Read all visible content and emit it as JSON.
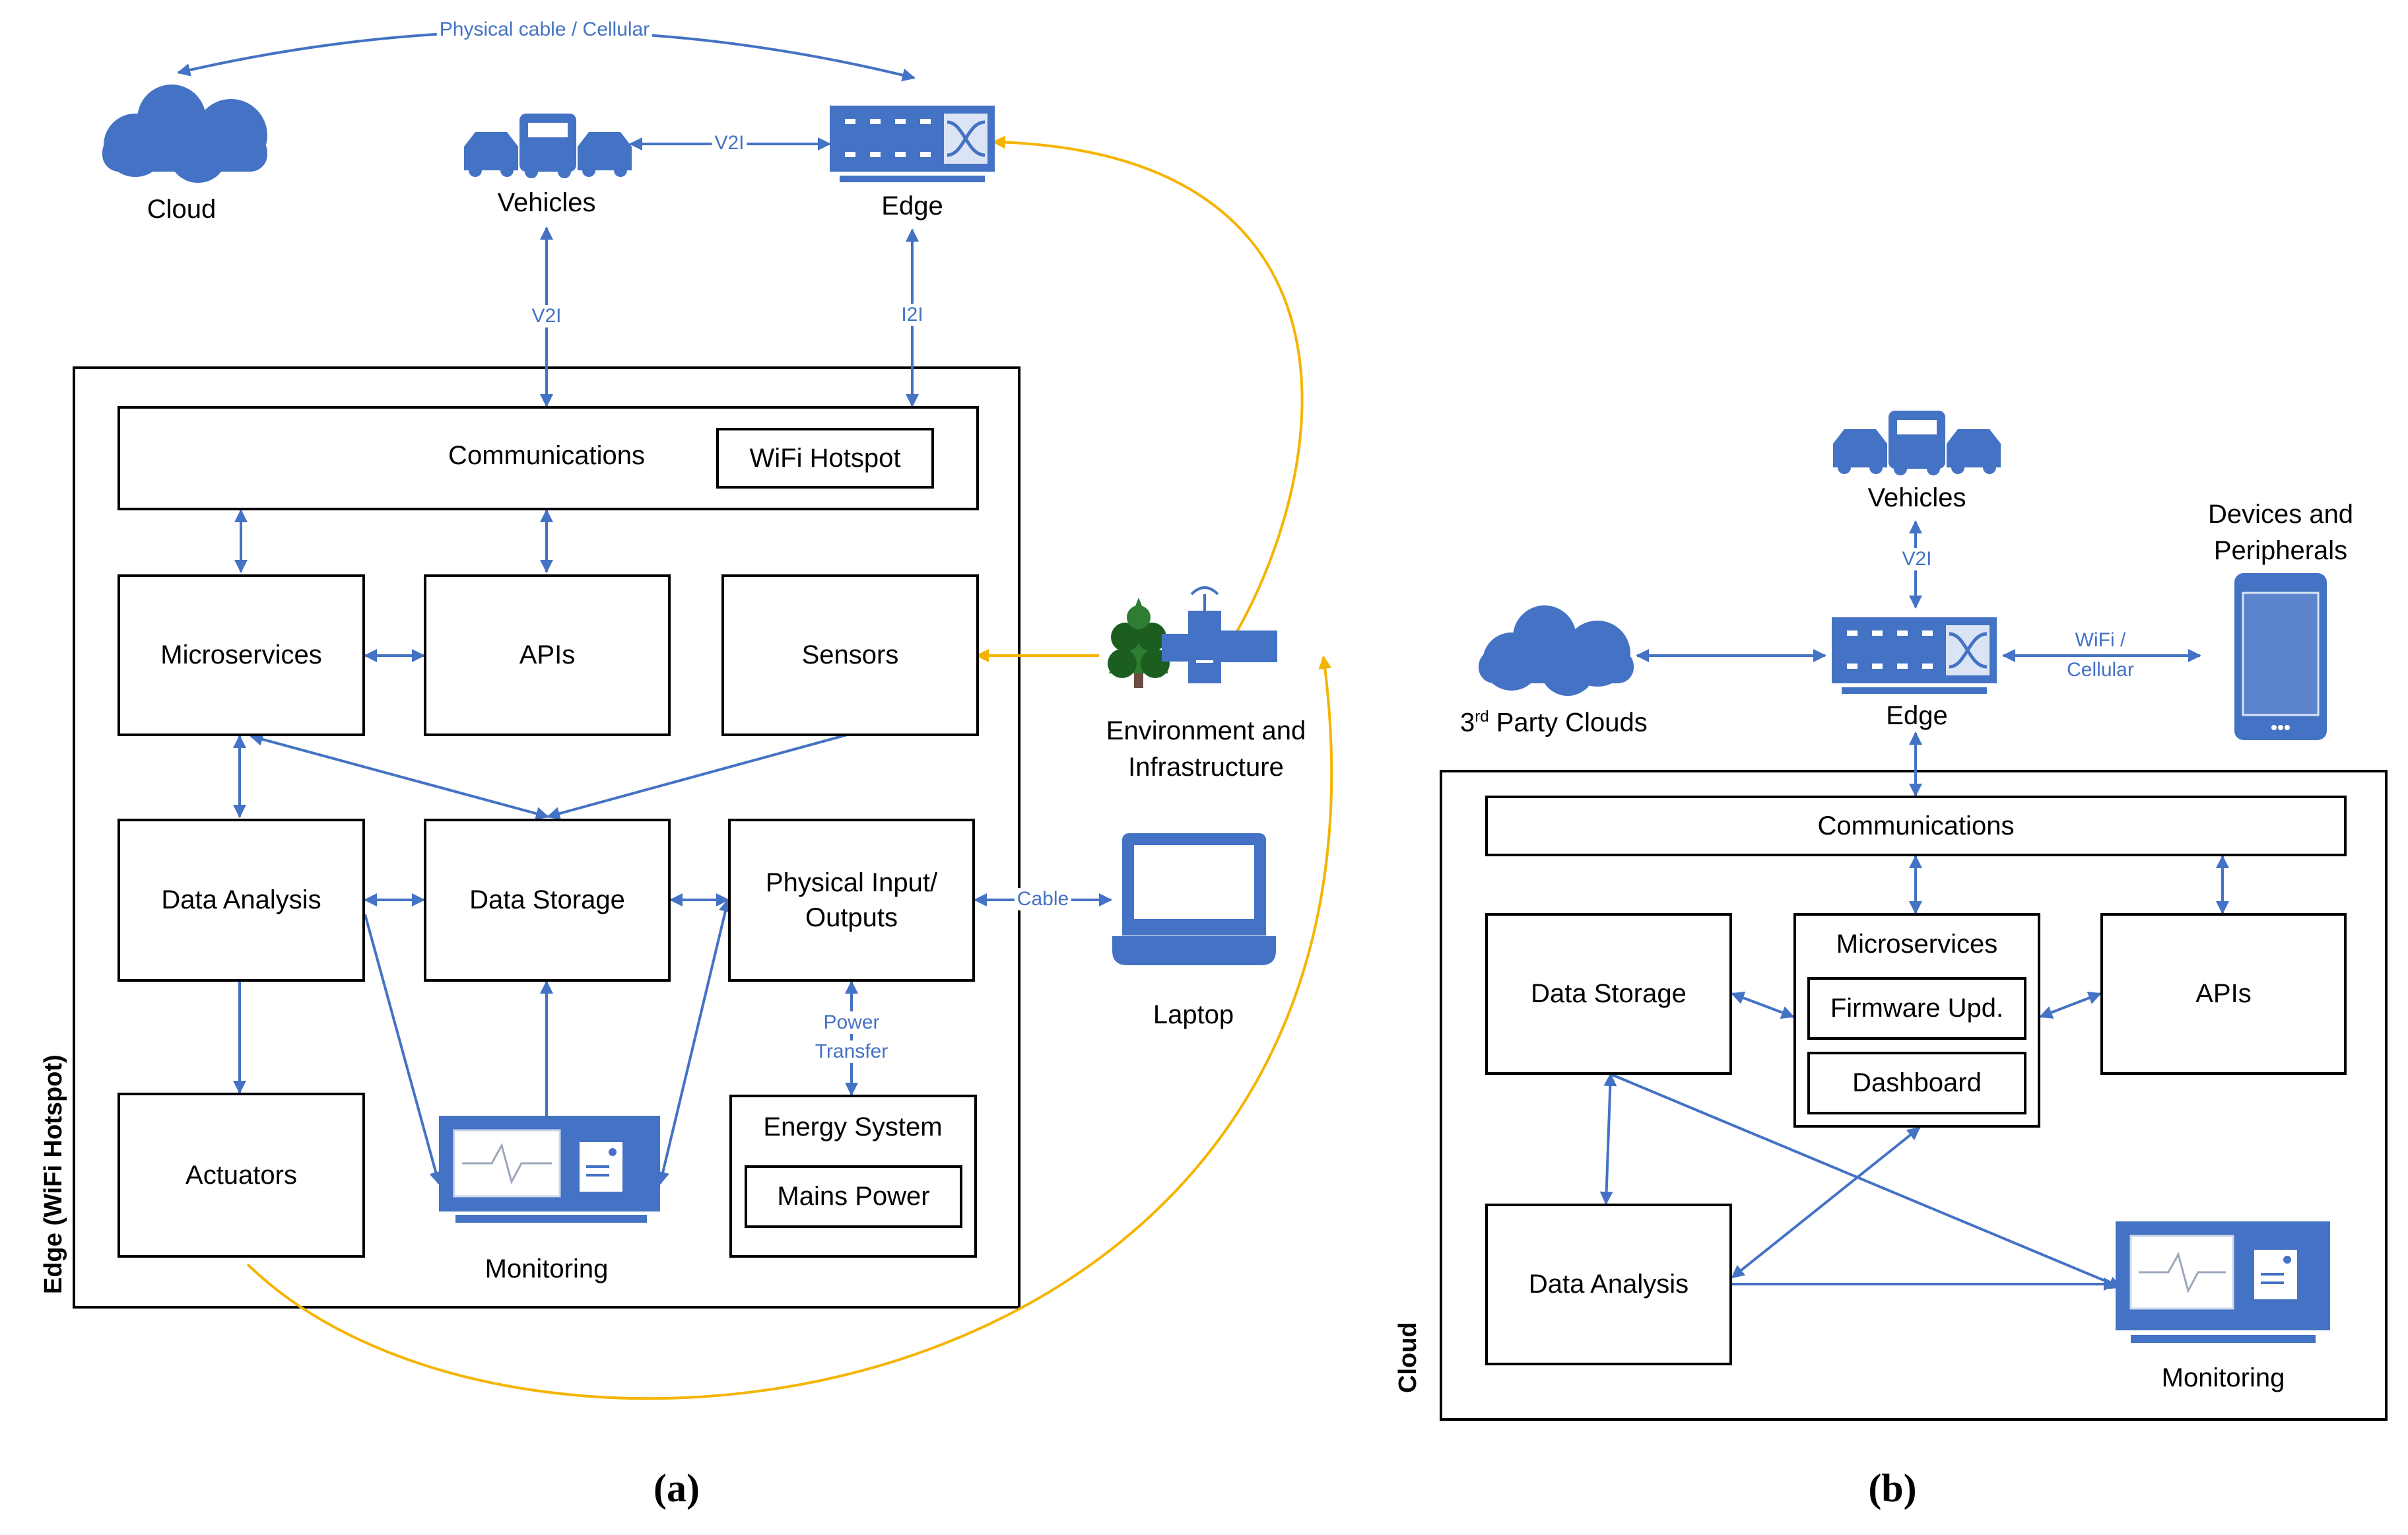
{
  "colors": {
    "accent": "#4472c4",
    "feedback": "#f5b400",
    "stroke": "#000000"
  },
  "icons": [
    "cloud-icon",
    "car-icon",
    "bus-icon",
    "edge-server-icon",
    "tree-icon",
    "satellite-icon",
    "laptop-icon",
    "monitoring-device-icon",
    "smartphone-icon"
  ],
  "panel_a": {
    "caption": "(a)",
    "side_label": "Edge (WiFi Hotspot)",
    "top_link": "Physical cable / Cellular",
    "cloud": "Cloud",
    "vehicles": "Vehicles",
    "edge": "Edge",
    "v2i_top": "V2I",
    "v2i_down": "V2I",
    "i2i": "I2I",
    "communications": "Communications",
    "wifi_hotspot": "WiFi Hotspot",
    "microservices": "Microservices",
    "apis": "APIs",
    "sensors": "Sensors",
    "data_analysis": "Data Analysis",
    "data_storage": "Data Storage",
    "physical_io_line1": "Physical Input/",
    "physical_io_line2": "Outputs",
    "actuators": "Actuators",
    "monitoring": "Monitoring",
    "energy_system": "Energy System",
    "mains_power": "Mains Power",
    "power_transfer_line1": "Power",
    "power_transfer_line2": "Transfer",
    "cable": "Cable",
    "laptop": "Laptop",
    "env_line1": "Environment and",
    "env_line2": "Infrastructure"
  },
  "panel_b": {
    "caption": "(b)",
    "side_label": "Cloud",
    "vehicles": "Vehicles",
    "v2i": "V2I",
    "devices_line1": "Devices and",
    "devices_line2": "Peripherals",
    "third_party_prefix": "3",
    "third_party_sup": "rd",
    "third_party_suffix": " Party Clouds",
    "edge": "Edge",
    "wifi_cellular_line1": "WiFi /",
    "wifi_cellular_line2": "Cellular",
    "communications": "Communications",
    "data_storage": "Data Storage",
    "microservices": "Microservices",
    "firmware": "Firmware Upd.",
    "dashboard": "Dashboard",
    "apis": "APIs",
    "data_analysis": "Data Analysis",
    "monitoring": "Monitoring"
  }
}
